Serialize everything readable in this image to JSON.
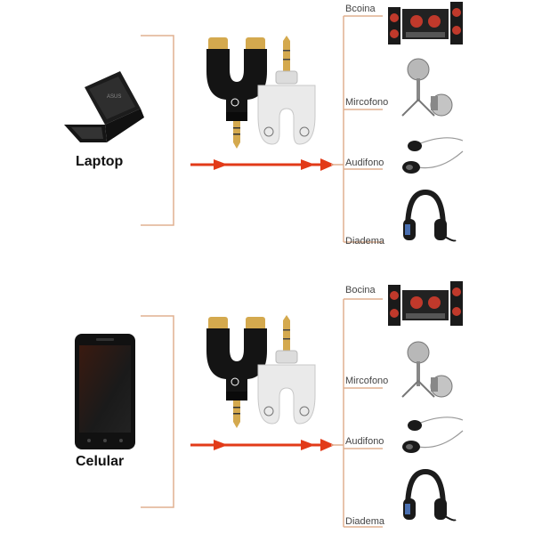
{
  "colors": {
    "bracket": "#e0b090",
    "arrow": "#e23a18",
    "black_adapter": "#141414",
    "white_adapter": "#e8e8e8",
    "gold": "#d4a94e"
  },
  "panels": [
    {
      "device": {
        "label": "Laptop",
        "icon": "laptop-icon"
      },
      "outputs": [
        {
          "label": "Bcoina",
          "icon": "speaker-icon"
        },
        {
          "label": "Mircofono",
          "icon": "microphone-icon"
        },
        {
          "label": "Audifono",
          "icon": "earphones-icon"
        },
        {
          "label": "Diadema",
          "icon": "headset-icon"
        }
      ]
    },
    {
      "device": {
        "label": "Celular",
        "icon": "smartphone-icon"
      },
      "outputs": [
        {
          "label": "Bocina",
          "icon": "speaker-icon"
        },
        {
          "label": "Mircofono",
          "icon": "microphone-icon"
        },
        {
          "label": "Audifono",
          "icon": "earphones-icon"
        },
        {
          "label": "Diadema",
          "icon": "headset-icon"
        }
      ]
    }
  ]
}
